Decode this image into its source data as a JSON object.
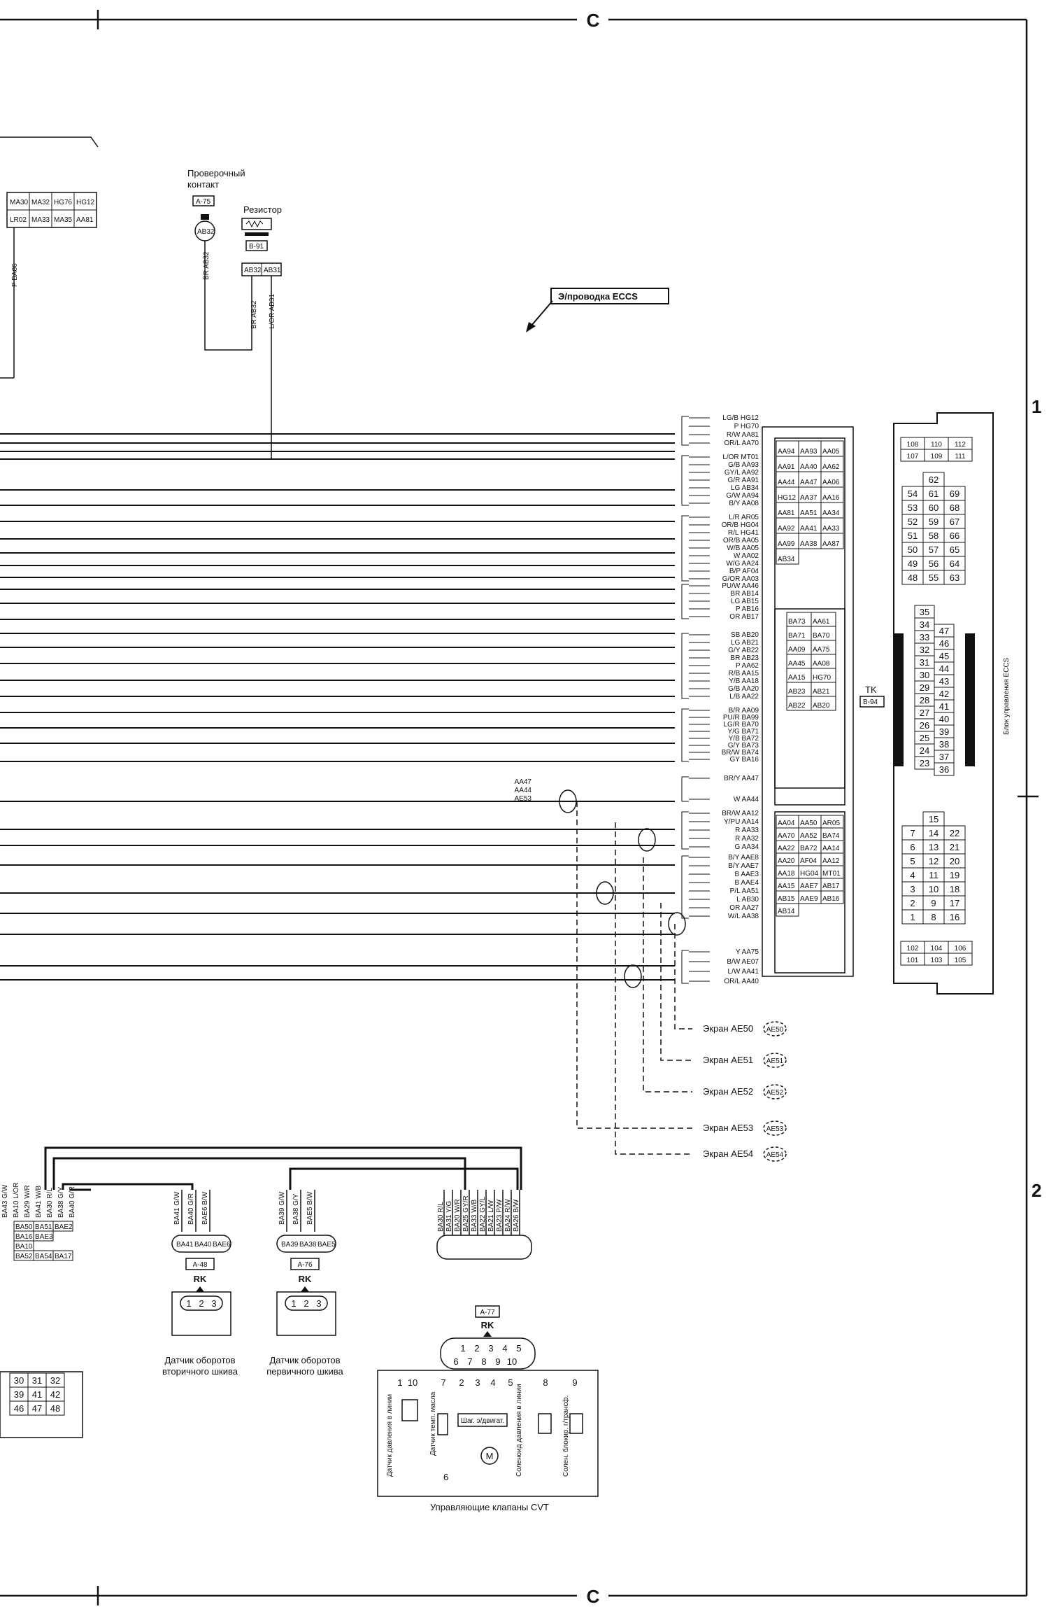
{
  "frame": {
    "edge_marker_top": "C",
    "edge_marker_bottom": "C",
    "row_marker_1": "1",
    "row_marker_2": "2"
  },
  "top_left_table": {
    "row1": [
      "MA30",
      "MA32",
      "HG76",
      "HG12"
    ],
    "row2": [
      "LR02",
      "MA33",
      "MA35",
      "AA81"
    ],
    "wire": "P BA86"
  },
  "check_contact": {
    "title_line1": "Проверочный",
    "title_line2": "контакт",
    "connector": "A-75",
    "pin": "AB32",
    "wire": "BR AB32"
  },
  "resistor": {
    "title": "Резистор",
    "connector": "B-91",
    "pins": [
      "AB32",
      "AB31"
    ],
    "wires": [
      "BR AB32",
      "L/OR AB31"
    ]
  },
  "harness_callout": "Э/проводка ECCS",
  "ecu": {
    "title": "Блок управления ECCS",
    "tk_label": "TK",
    "tk_connector": "B-94",
    "top_pins": [
      [
        "108",
        "110",
        "112"
      ],
      [
        "107",
        "109",
        "111"
      ]
    ],
    "bottom_pins": [
      [
        "102",
        "104",
        "106"
      ],
      [
        "101",
        "103",
        "105"
      ]
    ]
  },
  "wire_labels_group1": [
    "LG/B HG12",
    "P HG70",
    "R/W AA81",
    "OR/L AA70"
  ],
  "wire_labels_group2": [
    "L/OR MT01",
    "G/B AA93",
    "GY/L AA92",
    "G/R AA91",
    "LG AB34",
    "G/W AA94",
    "B/Y AA08"
  ],
  "wire_labels_group3": [
    "L/R AR05",
    "OR/B HG04",
    "R/L HG41",
    "OR/B AA05",
    "W/B AA05",
    "W AA02",
    "W/G AA24",
    "B/P AF04",
    "G/OR AA03"
  ],
  "wire_labels_group4": [
    "PU/W AA46",
    "BR AB14",
    "LG AB15",
    "P AB16",
    "OR AB17"
  ],
  "wire_labels_group5": [
    "SB AB20",
    "LG AB21",
    "G/Y AB22",
    "BR AB23",
    "P AA62",
    "R/B AA15",
    "Y/B AA18",
    "G/B AA20",
    "L/B AA22"
  ],
  "wire_labels_group6": [
    "B/R AA09",
    "PU/R BA99",
    "LG/R BA70",
    "Y/G BA71",
    "Y/B BA72",
    "G/Y BA73",
    "BR/W BA74",
    "GY BA16"
  ],
  "wire_labels_group7": [
    "BR/Y AA47",
    "W AA44"
  ],
  "wire_labels_group8": [
    "BR/W AA12",
    "Y/PU AA14",
    "R AA33",
    "R AA32",
    "G AA34"
  ],
  "wire_labels_group9": [
    "B/Y AAE8",
    "B/Y AAE7",
    "B AAE3",
    "B AAE4",
    "P/L AA51",
    "L AB30",
    "OR AA27",
    "W/L AA38"
  ],
  "wire_labels_group10": [
    "Y AA75",
    "B/W AE07",
    "L/W AA41",
    "OR/L AA40"
  ],
  "left_stub_labels": [
    "AA47",
    "AA44",
    "AE53"
  ],
  "ecu_connector_a": [
    "AA94",
    "AA93",
    "AA05",
    "AA91",
    "AA40",
    "AA62",
    "AA44",
    "AA47",
    "AA06",
    "HG12",
    "AA37",
    "AA16",
    "AA81",
    "AA51",
    "AA34",
    "AA92",
    "AA41",
    "AA33",
    "AA99",
    "AA38",
    "AA87",
    "AB34"
  ],
  "ecu_connector_b": [
    "BA73",
    "AA61",
    "BA71",
    "BA70",
    "AA09",
    "AA75",
    "AA45",
    "AA08",
    "AA15",
    "HG70",
    "AB23",
    "AB21",
    "AB22",
    "AB20"
  ],
  "ecu_connector_c": [
    "AA04",
    "AA50",
    "AR05",
    "AA70",
    "AA52",
    "BA74",
    "AA22",
    "BA72",
    "AA14",
    "AA20",
    "AF04",
    "AA12",
    "AA18",
    "HG04",
    "MT01",
    "AA15",
    "AAE7",
    "AB17",
    "AB15",
    "AAE9",
    "AB16",
    "AB14"
  ],
  "ecu_pin_blocks": {
    "block1": [
      [
        "62"
      ],
      [
        "54",
        "61",
        "69"
      ],
      [
        "53",
        "60",
        "68"
      ],
      [
        "52",
        "59",
        "67"
      ],
      [
        "51",
        "58",
        "66"
      ],
      [
        "50",
        "57",
        "65"
      ],
      [
        "49",
        "56",
        "64"
      ],
      [
        "48",
        "55",
        "63"
      ]
    ],
    "block2": [
      [
        "35"
      ],
      [
        "34",
        "47"
      ],
      [
        "33",
        "46"
      ],
      [
        "32",
        "45"
      ],
      [
        "31",
        "44"
      ],
      [
        "30",
        "43"
      ],
      [
        "29",
        "42"
      ],
      [
        "28",
        "41"
      ],
      [
        "27",
        "40"
      ],
      [
        "26",
        "39"
      ],
      [
        "25",
        "38"
      ],
      [
        "24",
        "37"
      ],
      [
        "23",
        "36"
      ]
    ],
    "block3": [
      [
        "15"
      ],
      [
        "7",
        "14",
        "22"
      ],
      [
        "6",
        "13",
        "21"
      ],
      [
        "5",
        "12",
        "20"
      ],
      [
        "4",
        "11",
        "19"
      ],
      [
        "3",
        "10",
        "18"
      ],
      [
        "2",
        "9",
        "17"
      ],
      [
        "1",
        "8",
        "16"
      ]
    ]
  },
  "screens": [
    {
      "label": "Экран AE50",
      "tag": "AE50"
    },
    {
      "label": "Экран AE51",
      "tag": "AE51"
    },
    {
      "label": "Экран AE52",
      "tag": "AE52"
    },
    {
      "label": "Экран AE53",
      "tag": "AE53"
    },
    {
      "label": "Экран AE54",
      "tag": "AE54"
    }
  ],
  "left_bottom": {
    "wire_labels": [
      "BA43 G/W",
      "BA10 L/OR",
      "BA29 W/R",
      "BA41 W/B",
      "BA30 R/L",
      "BA38 G/Y",
      "BA40 G/R"
    ],
    "conn_row1": [
      "BA50",
      "BA51",
      "BAE2"
    ],
    "conn_row2": [
      "BA16",
      "BAE3"
    ],
    "conn_row3": [
      "BA10"
    ],
    "conn_row4": [
      "BA52",
      "BA54",
      "BA17"
    ],
    "pins_row1": [
      "30",
      "31",
      "32"
    ],
    "pins_row2": [
      "39",
      "41",
      "42"
    ],
    "pins_row3": [
      "46",
      "47",
      "48"
    ]
  },
  "secondary_sensor": {
    "wires": [
      "BA41 G/W",
      "BA40 G/R",
      "BAE6 B/W"
    ],
    "conn_pins": [
      "BA41",
      "BA40",
      "BAE6"
    ],
    "connector": "A-48",
    "rk": "RK",
    "pins": [
      "1",
      "2",
      "3"
    ],
    "title_line1": "Датчик оборотов",
    "title_line2": "вторичного шкива"
  },
  "primary_sensor": {
    "wires": [
      "BA39 G/W",
      "BA38 G/Y",
      "BAE5 B/W"
    ],
    "conn_pins": [
      "BA39",
      "BA38",
      "BAE5"
    ],
    "connector": "A-76",
    "rk": "RK",
    "pins": [
      "1",
      "2",
      "3"
    ],
    "title_line1": "Датчик оборотов",
    "title_line2": "первичного шкива"
  },
  "cvt": {
    "wires": [
      "BA30 R/L",
      "BA31 Y/G",
      "BA20 W/R",
      "BA25 GY/R",
      "BA33 W/B",
      "BA22 GY/L",
      "BA21 L/W",
      "BA23 P/W",
      "BA24 R/W",
      "BA26 B/W"
    ],
    "connector": "A-77",
    "rk": "RK",
    "pins_top": [
      "1",
      "2",
      "3",
      "4",
      "5"
    ],
    "pins_bottom": [
      "6",
      "7",
      "8",
      "9",
      "10"
    ],
    "term_row": [
      "1",
      "10",
      "7",
      "2",
      "3",
      "4",
      "5",
      "8",
      "9"
    ],
    "ground_pin": "6",
    "line_pressure": "Датчик давления в линии",
    "oil_temp": "Датчик темп. масла",
    "stepper": "Шаг. э/двигат.",
    "motor": "M",
    "solenoid_pressure": "Соленоид давления в линии",
    "solenoid_lockup": "Солен. блокир. г/трансф.",
    "title": "Управляющие клапаны CVT"
  }
}
